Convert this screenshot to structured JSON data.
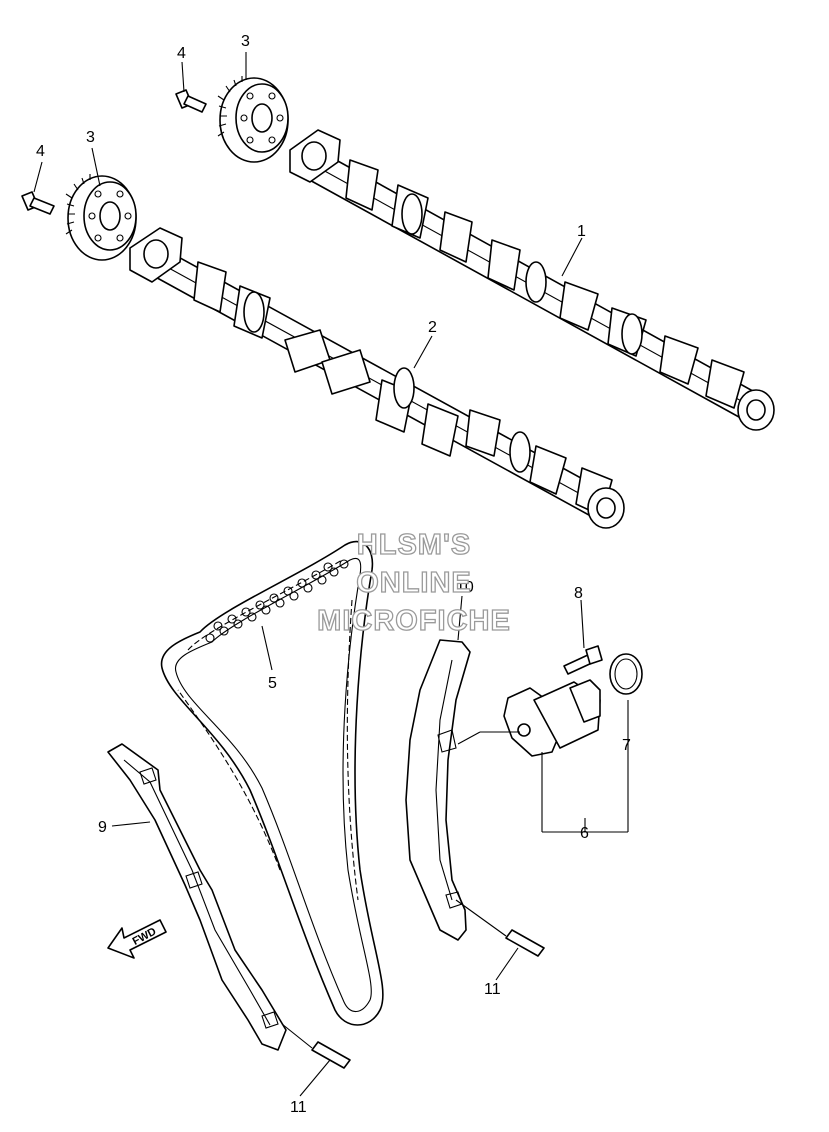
{
  "watermark": {
    "line1": "HLSM'S",
    "line2": "ONLINE",
    "line3": "MICROFICHE"
  },
  "direction_label": "FWD",
  "callouts": {
    "c1": "1",
    "c2": "2",
    "c3a": "3",
    "c3b": "3",
    "c4a": "4",
    "c4b": "4",
    "c5": "5",
    "c6": "6",
    "c7": "7",
    "c8": "8",
    "c9": "9",
    "c10": "10",
    "c11a": "11",
    "c11b": "11"
  }
}
